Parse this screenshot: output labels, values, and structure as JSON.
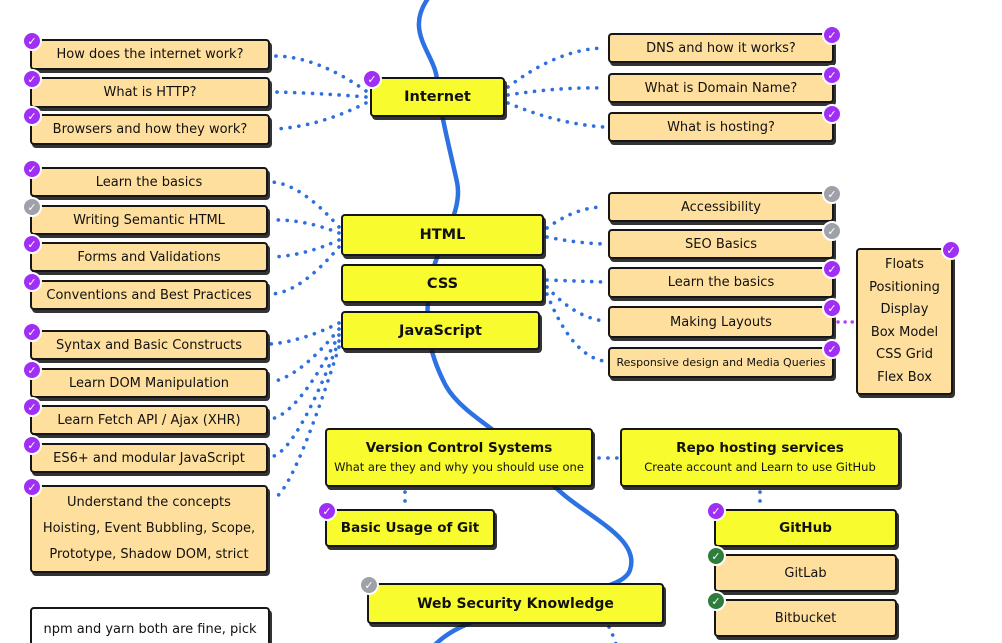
{
  "palette": {
    "parent_node_fill": "#f8fb2d",
    "leaf_node_fill": "#ffdf9e",
    "connector_blue": "#2e6fe0",
    "connector_purple": "#b145f5",
    "main_path_blue": "#2d72e3",
    "badge_done": "#a02ff5",
    "badge_skipped": "#9ea2a8",
    "badge_alternative": "#2e7d3c"
  },
  "parents": {
    "internet": "Internet",
    "html": "HTML",
    "css": "CSS",
    "javascript": "JavaScript"
  },
  "internet_left": [
    {
      "label": "How does the internet work?",
      "status": "done"
    },
    {
      "label": "What is HTTP?",
      "status": "done"
    },
    {
      "label": "Browsers and how they work?",
      "status": "done"
    }
  ],
  "internet_right": [
    {
      "label": "DNS and how it works?",
      "status": "done"
    },
    {
      "label": "What is Domain Name?",
      "status": "done"
    },
    {
      "label": "What is hosting?",
      "status": "done"
    }
  ],
  "html_left": [
    {
      "label": "Learn the basics",
      "status": "done"
    },
    {
      "label": "Writing Semantic HTML",
      "status": "skipped"
    },
    {
      "label": "Forms and Validations",
      "status": "done"
    },
    {
      "label": "Conventions and Best Practices",
      "status": "done"
    }
  ],
  "html_right": [
    {
      "label": "Accessibility",
      "status": "skipped"
    },
    {
      "label": "SEO Basics",
      "status": "skipped"
    }
  ],
  "css_right": [
    {
      "label": "Learn the basics",
      "status": "done"
    },
    {
      "label": "Making Layouts",
      "status": "done"
    },
    {
      "label": "Responsive design and Media Queries",
      "status": "done"
    }
  ],
  "css_concepts": {
    "status": "done",
    "lines": [
      "Floats",
      "Positioning",
      "Display",
      "Box Model",
      "CSS Grid",
      "Flex Box"
    ]
  },
  "js_left": [
    {
      "label": "Syntax and Basic Constructs",
      "status": "done"
    },
    {
      "label": "Learn DOM Manipulation",
      "status": "done"
    },
    {
      "label": "Learn Fetch API / Ajax (XHR)",
      "status": "done"
    },
    {
      "label": "ES6+ and modular JavaScript",
      "status": "done"
    }
  ],
  "understand": {
    "status": "done",
    "lines": [
      "Understand the concepts",
      "Hoisting, Event Bubbling, Scope,",
      "Prototype, Shadow DOM, strict"
    ]
  },
  "vcs": {
    "title": "Version Control Systems",
    "subtitle": "What are they and why you should use one"
  },
  "repo_hosting": {
    "title": "Repo hosting services",
    "subtitle": "Create account and Learn to use GitHub"
  },
  "misc": {
    "basic_git": {
      "label": "Basic Usage of Git",
      "status": "done"
    },
    "web_security": {
      "label": "Web Security Knowledge",
      "status": "skipped"
    },
    "github": {
      "label": "GitHub",
      "status": "done"
    },
    "gitlab": {
      "label": "GitLab",
      "status": "alternative"
    },
    "bitbucket": {
      "label": "Bitbucket",
      "status": "alternative"
    },
    "npm_note": {
      "label": "npm and yarn both are fine, pick"
    }
  }
}
